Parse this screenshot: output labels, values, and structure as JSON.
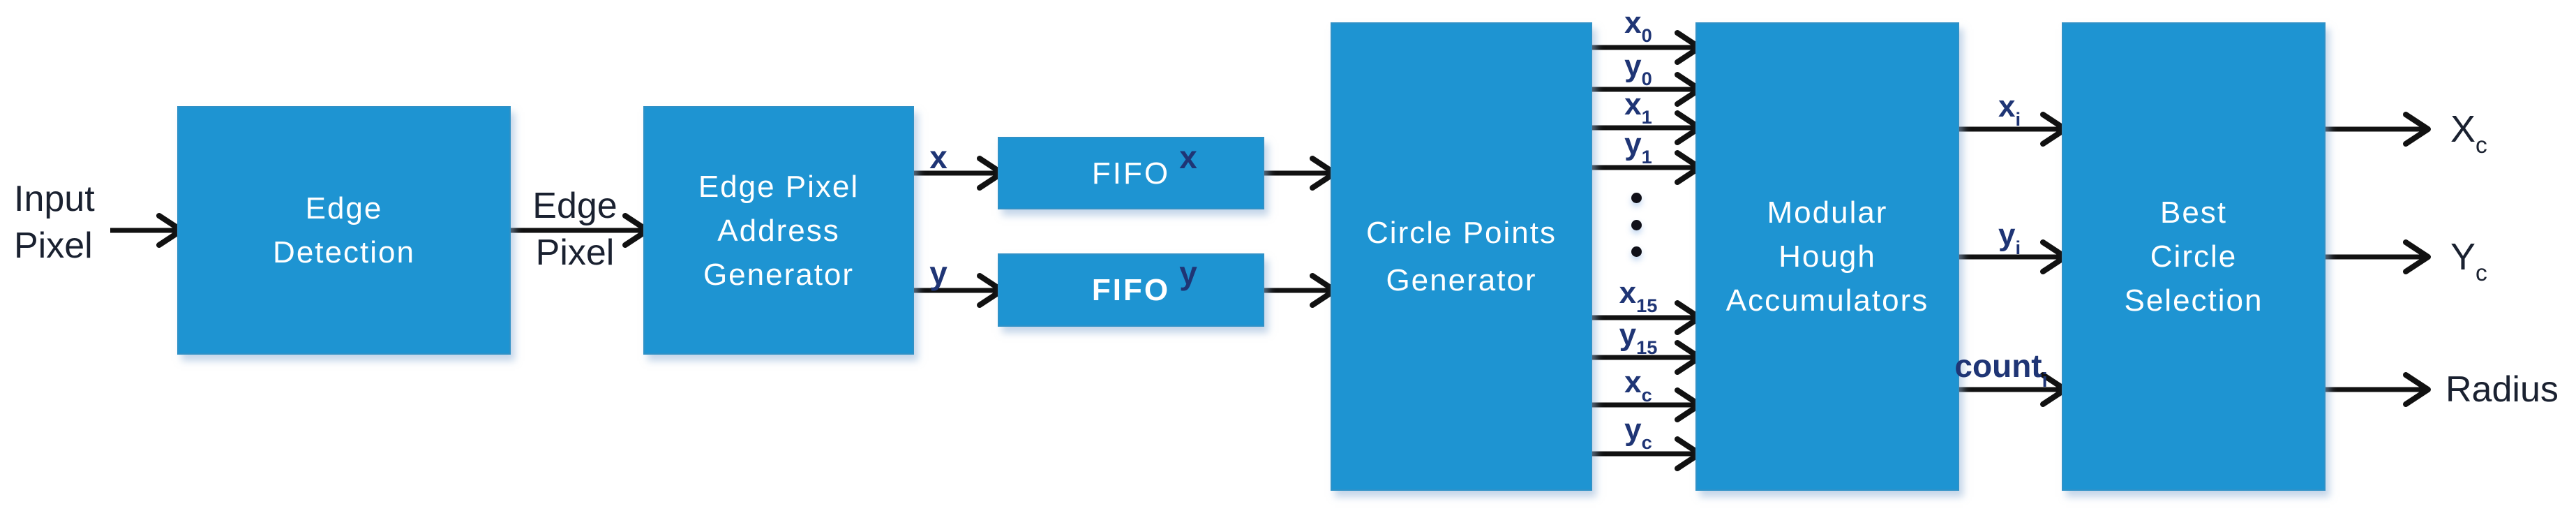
{
  "colors": {
    "block_fill": "#1E94D2",
    "block_text": "#FFFFFF",
    "arrow": "#111111",
    "signal_label": "#1F3575",
    "outer_label": "#1A2130"
  },
  "blocks": {
    "edge_detection": {
      "line1": "Edge",
      "line2": "Detection"
    },
    "edge_pixel_address_generator": {
      "line1": "Edge Pixel",
      "line2": "Address",
      "line3": "Generator"
    },
    "fifo_x": {
      "label": "FIFO"
    },
    "fifo_y": {
      "label": "FIFO"
    },
    "circle_points_generator": {
      "line1": "Circle Points",
      "line2": "Generator"
    },
    "modular_hough_accumulators": {
      "line1": "Modular",
      "line2": "Hough",
      "line3": "Accumulators"
    },
    "best_circle_selection": {
      "line1": "Best",
      "line2": "Circle",
      "line3": "Selection"
    }
  },
  "labels": {
    "input_pixel": {
      "line1": "Input",
      "line2": "Pixel"
    },
    "edge_pixel": {
      "line1": "Edge",
      "line2": "Pixel"
    },
    "x_into_fifo": "x",
    "x_out_of_fifo": "x",
    "y_into_fifo": "y",
    "y_out_of_fifo": "y"
  },
  "bus_signals": [
    {
      "base": "x",
      "sub": "0"
    },
    {
      "base": "y",
      "sub": "0"
    },
    {
      "base": "x",
      "sub": "1"
    },
    {
      "base": "y",
      "sub": "1"
    },
    {
      "base": "x",
      "sub": "15"
    },
    {
      "base": "y",
      "sub": "15"
    },
    {
      "base": "x",
      "sub": "c"
    },
    {
      "base": "y",
      "sub": "c"
    }
  ],
  "accumulator_outputs": [
    {
      "base": "x",
      "sub": "i"
    },
    {
      "base": "y",
      "sub": "i"
    },
    {
      "base": "count",
      "sub": "i"
    }
  ],
  "final_outputs": [
    {
      "base": "X",
      "sub": "c"
    },
    {
      "base": "Y",
      "sub": "c"
    },
    {
      "base": "Radius",
      "sub": ""
    }
  ]
}
